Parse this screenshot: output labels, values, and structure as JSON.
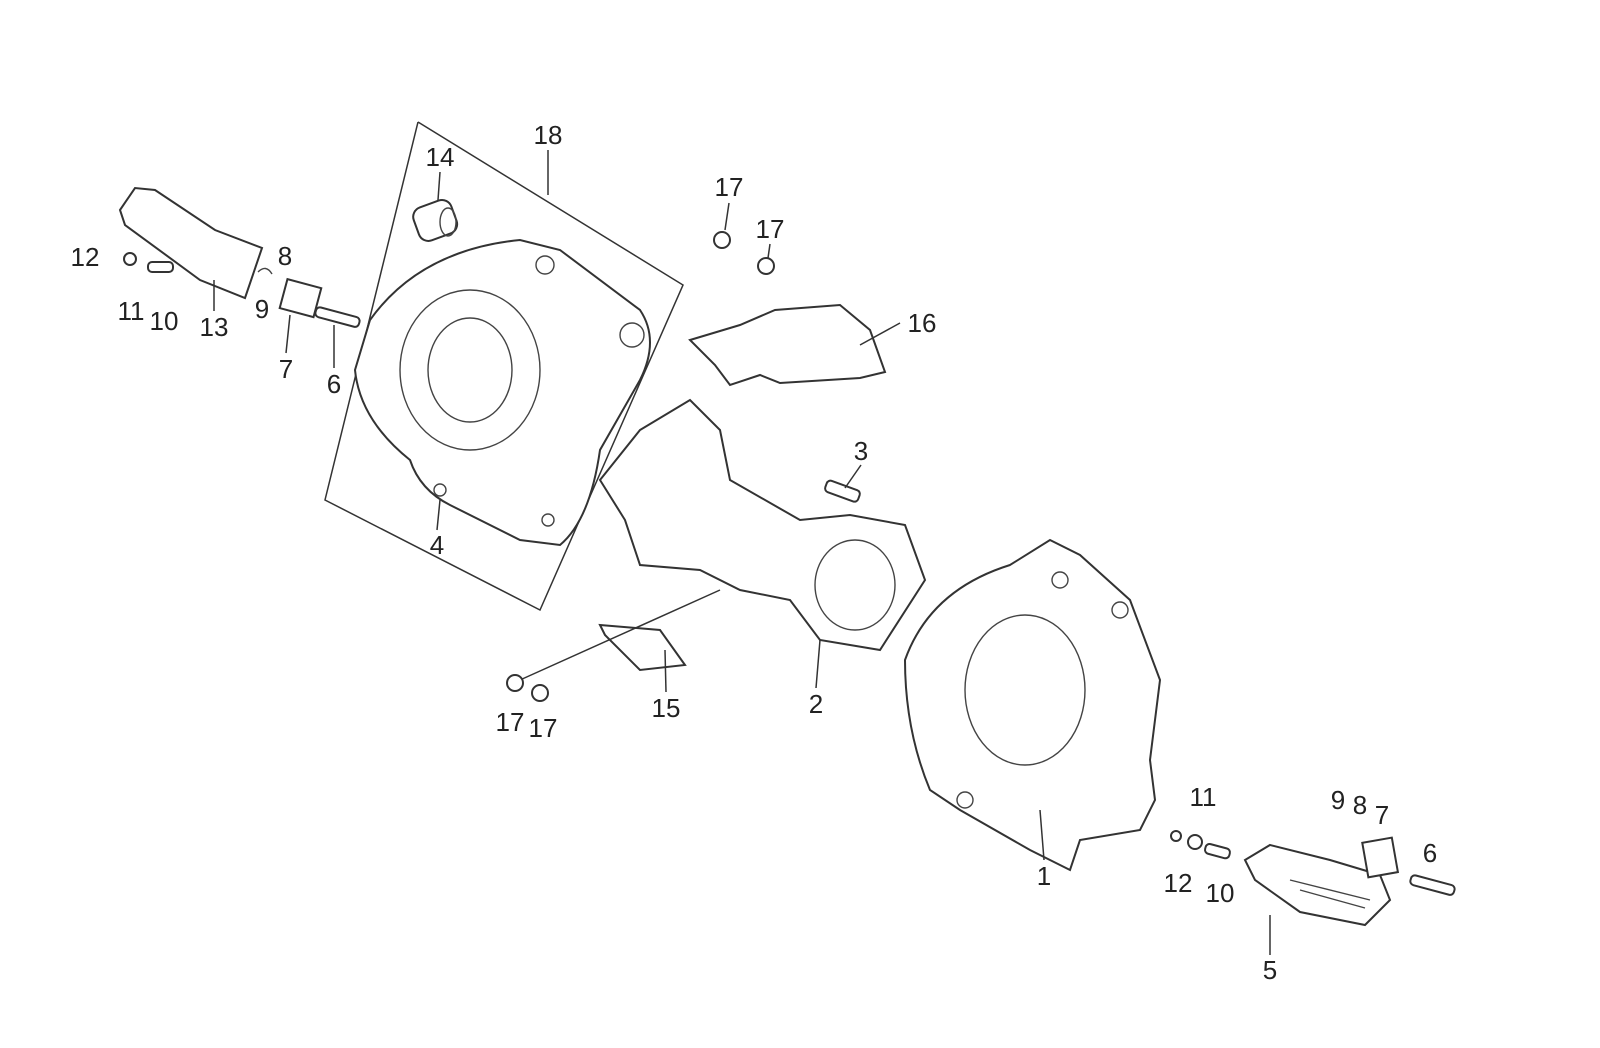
{
  "diagram": {
    "type": "exploded-parts-view",
    "callouts": [
      "18",
      "14",
      "17",
      "17",
      "16",
      "12",
      "8",
      "11",
      "10",
      "13",
      "9",
      "7",
      "6",
      "3",
      "4",
      "2",
      "15",
      "17",
      "17",
      "11",
      "9",
      "8",
      "7",
      "6",
      "1",
      "12",
      "10",
      "5"
    ]
  },
  "colors": {
    "line": "#333333",
    "background": "#ffffff"
  }
}
